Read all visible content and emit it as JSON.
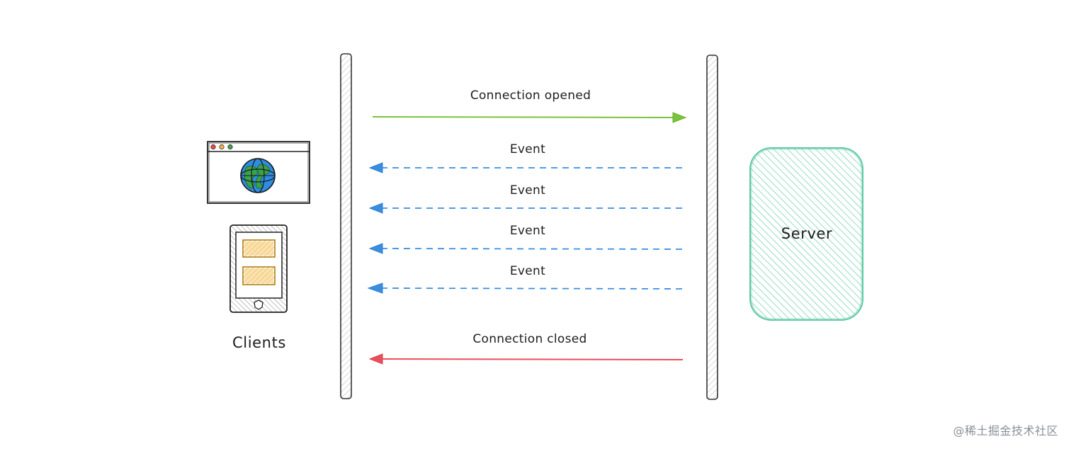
{
  "diagram": {
    "clients_label": "Clients",
    "server_label": "Server",
    "messages": [
      {
        "label": "Connection opened",
        "direction": "client-to-server",
        "style": "solid",
        "color": "#7ac43c"
      },
      {
        "label": "Event",
        "direction": "server-to-client",
        "style": "dashed",
        "color": "#3a8ee0"
      },
      {
        "label": "Event",
        "direction": "server-to-client",
        "style": "dashed",
        "color": "#3a8ee0"
      },
      {
        "label": "Event",
        "direction": "server-to-client",
        "style": "dashed",
        "color": "#3a8ee0"
      },
      {
        "label": "Event",
        "direction": "server-to-client",
        "style": "dashed",
        "color": "#3a8ee0"
      },
      {
        "label": "Connection closed",
        "direction": "server-to-client",
        "style": "solid",
        "color": "#e8505b"
      }
    ],
    "colors": {
      "server_fill": "#5cc9a1",
      "card_fill": "#f5c86a",
      "card_stroke": "#c98d14",
      "globe_blue": "#2f8ce0",
      "globe_green": "#3aa44a",
      "lifeline_fill": "#bdbdbd"
    }
  },
  "watermark": "@稀土掘金技术社区"
}
